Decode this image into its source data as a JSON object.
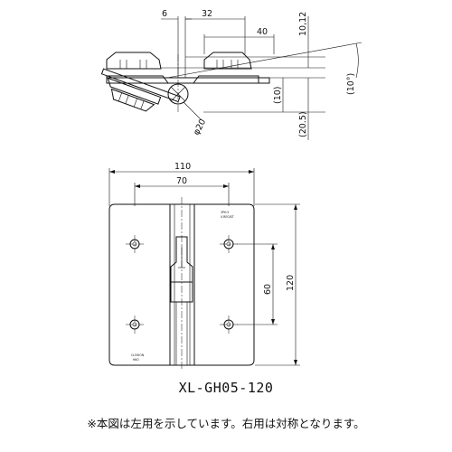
{
  "side_view": {
    "dims": {
      "d6": "6",
      "d32": "32",
      "d40": "40",
      "d10_12": "10,12",
      "d10": "(10)",
      "d20_5": "(20.5)",
      "angle": "(10°)",
      "phi20": "φ20"
    }
  },
  "front_view": {
    "dims": {
      "width": "110",
      "pitch_x": "70",
      "height": "120",
      "pitch_y": "60"
    },
    "plate_marks": {
      "top": "3PH.5",
      "top_sub": "V-REGIST",
      "bottom": "CLOSION",
      "bottom_sub": "HKO"
    }
  },
  "model_number": "XL-GH05-120",
  "note": "※本図は左用を示しています。右用は対称となります。"
}
